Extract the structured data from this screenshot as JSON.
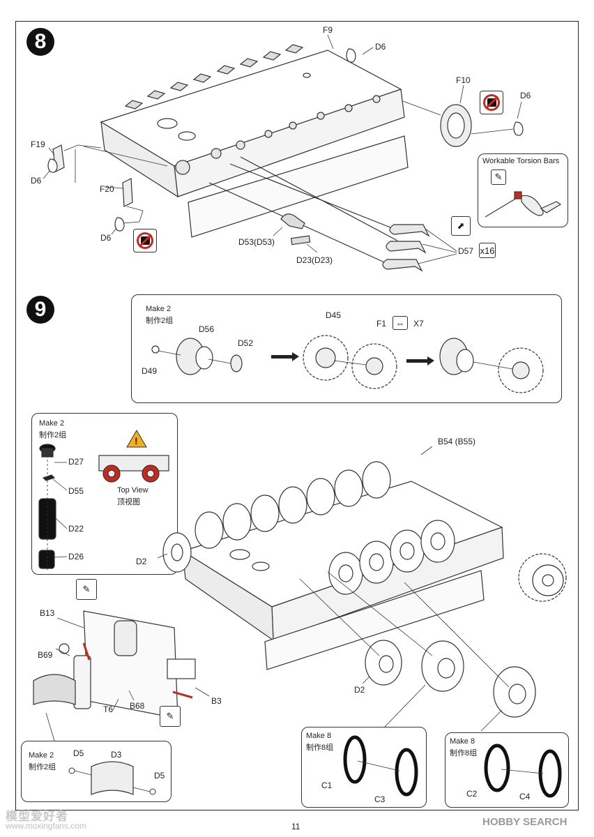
{
  "steps": {
    "step8": "8",
    "step9": "9"
  },
  "step8": {
    "labels": {
      "F9": "F9",
      "D6_top": "D6",
      "F10": "F10",
      "D6_right": "D6",
      "F19": "F19",
      "D6_left": "D6",
      "F20": "F20",
      "D6_bottom": "D6",
      "D53": "D53(D53)",
      "D23": "D23(D23)",
      "D57": "D57",
      "x16": "x16"
    },
    "torsion_box_title": "Workable Torsion Bars"
  },
  "step9": {
    "sub1": {
      "make": "Make 2",
      "make_cn": "制作2组",
      "D56": "D56",
      "D52": "D52",
      "D49": "D49",
      "D45": "D45",
      "F1": "F1",
      "x7": "X7"
    },
    "sub2": {
      "make": "Make 2",
      "make_cn": "制作2组",
      "D27": "D27",
      "D55": "D55",
      "D22": "D22",
      "D26": "D26",
      "top_view": "Top View",
      "top_view_cn": "顶视图"
    },
    "labels": {
      "B54": "B54 (B55)",
      "D2_left": "D2",
      "B13": "B13",
      "B69": "B69",
      "T6": "T6",
      "B68": "B68",
      "B3": "B3",
      "D2_bottom": "D2"
    },
    "sub3": {
      "make": "Make 2",
      "make_cn": "制作2组",
      "D5a": "D5",
      "D3": "D3",
      "D5b": "D5"
    },
    "sub4": {
      "make": "Make 8",
      "make_cn": "制作8组",
      "C1": "C1",
      "C3": "C3"
    },
    "sub5": {
      "make": "Make 8",
      "make_cn": "制作8组",
      "C2": "C2",
      "C4": "C4"
    }
  },
  "footer": {
    "page_number": "11",
    "watermark_left": "模型爱好者",
    "watermark_left_url": "www.moxingfans.com",
    "watermark_right": "HOBBY SEARCH"
  },
  "colors": {
    "accent_red": "#c8281e",
    "warning_yellow": "#f2b01e",
    "line": "#333333"
  },
  "icons": [
    "do-not-glue-icon",
    "pointer-arrow-icon",
    "knife-cut-icon",
    "warning-icon"
  ]
}
